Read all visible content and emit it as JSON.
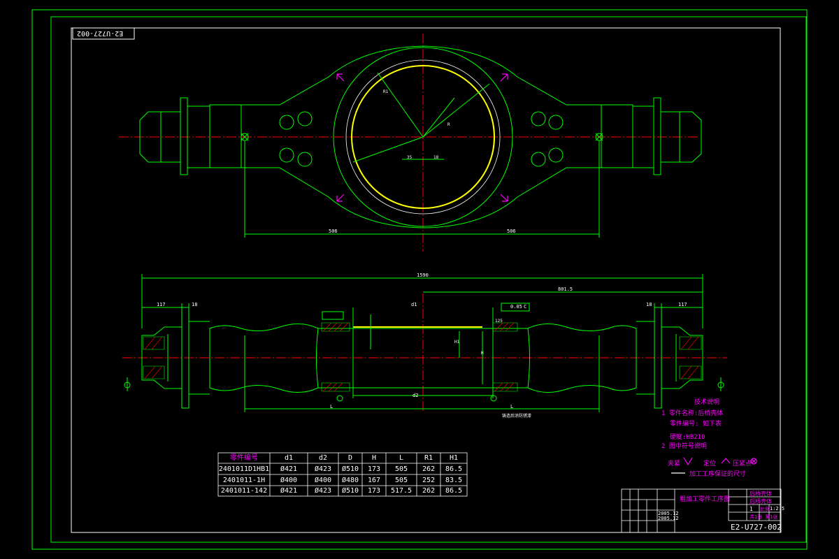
{
  "drawing": {
    "number_top": "E2-U727-002",
    "number_bottom": "E2-U727-002"
  },
  "dimensions": {
    "top_left": "506",
    "top_right": "506",
    "overall": "1590",
    "right_half": "801.5",
    "left_end": "117",
    "left_flange": "18",
    "right_flange": "18",
    "right_end": "117",
    "bore_d": "d1",
    "center_d2": "d2",
    "dim_L_left": "L",
    "dim_L_right": "L",
    "tol_box": "0.05",
    "ref_box": "C",
    "h1": "H1",
    "h": "H",
    "r1": "R1",
    "r": "R",
    "small_a": "35",
    "small_b": "18",
    "chamfer": "125"
  },
  "notes": {
    "title": "技术说明",
    "line1": "1  零件名称:后桥壳体",
    "line2": "零件编号: 如下表",
    "line3": "硬度:HB210",
    "line4": "2  图中符号说明",
    "sym1": "夹紧",
    "sym2": "定位",
    "sym3": "压紧点",
    "sym4": "加工工序保证的尺寸",
    "note_small": "铸造后涂防锈漆"
  },
  "table": {
    "headers": [
      "零件编号",
      "d1",
      "d2",
      "D",
      "H",
      "L",
      "R1",
      "H1"
    ],
    "rows": [
      [
        "2401011D1HB1",
        "Ø421",
        "Ø423",
        "Ø510",
        "173",
        "505",
        "262",
        "86.5"
      ],
      [
        "2401011-1H",
        "Ø400",
        "Ø400",
        "Ø480",
        "167",
        "505",
        "252",
        "83.5"
      ],
      [
        "2401011-142",
        "Ø421",
        "Ø423",
        "Ø510",
        "173",
        "517.5",
        "262",
        "86.5"
      ]
    ]
  },
  "titleblock": {
    "title": "粗加工零件工序图",
    "r1": "后桥壳体",
    "r2": "后桥壳体",
    "scale_label": "比例",
    "scale": "1:2.5",
    "qty": "1",
    "sheet": "共1张 第1张",
    "mark1": "2005.12",
    "mark2": "2005.12"
  },
  "colors": {
    "frame": "#00ff00",
    "bore": "#ffff00",
    "center": "#ff0000",
    "dim": "#00ff00",
    "text": "#ffffff",
    "label": "#ff00ff"
  }
}
